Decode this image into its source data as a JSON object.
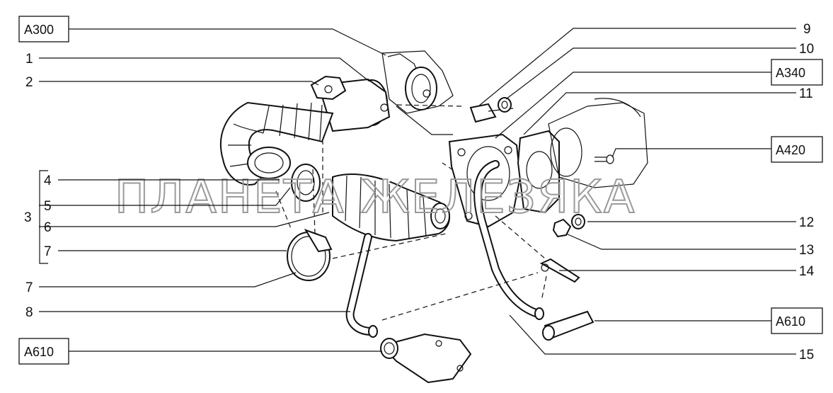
{
  "watermark": "ПЛАНЕТА ЖЕЛЕЗЯКА",
  "group_label": "3",
  "callouts_left": [
    {
      "id": "c1",
      "text": "1"
    },
    {
      "id": "c2",
      "text": "2"
    },
    {
      "id": "c4",
      "text": "4"
    },
    {
      "id": "c5",
      "text": "5"
    },
    {
      "id": "c6",
      "text": "6"
    },
    {
      "id": "c7a",
      "text": "7"
    },
    {
      "id": "c7b",
      "text": "7"
    },
    {
      "id": "c8",
      "text": "8"
    }
  ],
  "callouts_right": [
    {
      "id": "c9",
      "text": "9"
    },
    {
      "id": "c10",
      "text": "10"
    },
    {
      "id": "c11",
      "text": "11"
    },
    {
      "id": "c12",
      "text": "12"
    },
    {
      "id": "c13",
      "text": "13"
    },
    {
      "id": "c14",
      "text": "14"
    },
    {
      "id": "c15",
      "text": "15"
    }
  ],
  "reference_boxes": [
    {
      "id": "r1",
      "text": "A300"
    },
    {
      "id": "r2",
      "text": "A610"
    },
    {
      "id": "r3",
      "text": "A340"
    },
    {
      "id": "r4",
      "text": "A420"
    },
    {
      "id": "r5",
      "text": "A610"
    }
  ]
}
